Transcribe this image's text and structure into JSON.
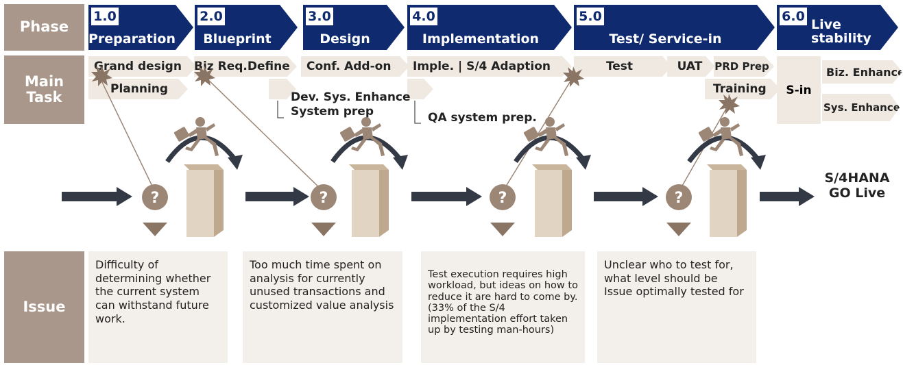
{
  "row_labels": {
    "phase": "Phase",
    "main_task": "Main\nTask",
    "issue": "Issue"
  },
  "phases": [
    {
      "num": "1.0",
      "name": "Preparation"
    },
    {
      "num": "2.0",
      "name": "Blueprint"
    },
    {
      "num": "3.0",
      "name": "Design"
    },
    {
      "num": "4.0",
      "name": "Implementation"
    },
    {
      "num": "5.0",
      "name": "Test/ Service-in"
    },
    {
      "num": "6.0",
      "name": "Live\nstability"
    }
  ],
  "tasks": {
    "grand_design": "Grand design",
    "planning": "Planning",
    "biz_req_define": "Biz Req.Define",
    "conf_addon": "Conf. Add-on",
    "dev_sys_enhance": "Dev. Sys. Enhance",
    "system_prep": "System prep",
    "imple_adaption": "Imple. | S/4 Adaption",
    "qa_system_prep": "QA system prep.",
    "test": "Test",
    "uat": "UAT",
    "prd_prep": "PRD Prep",
    "training": "Training",
    "s_in": "S-in",
    "biz_enhance": "Biz. Enhance",
    "sys_enhance": "Sys. Enhance"
  },
  "question_mark": "?",
  "go_live": "S/4HANA\nGO Live",
  "issues": [
    "Difficulty of determining whether the current system can withstand future work.",
    "Too much time spent on analysis for currently unused transactions and customized value analysis",
    "Test execution requires high workload, but ideas on how to reduce it are hard to come by.\n(33% of the S/4 implementation effort taken up by testing man-hours)",
    "Unclear who to test for, what level should be Issue optimally tested for"
  ],
  "colors": {
    "phase_bg": "#0f2a6e",
    "label_bg": "#a8978a",
    "task_bg": "#efe9e2",
    "issue_bg": "#f3efea",
    "arrow": "#333a45",
    "circle": "#9c8676",
    "person": "#9c8676",
    "wall": "#d6c4ae",
    "burst": "#8a7464"
  }
}
